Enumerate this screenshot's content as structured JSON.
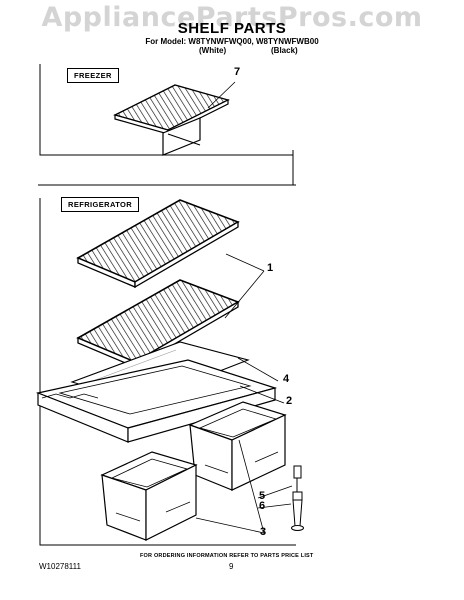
{
  "watermark": "AppliancePartsPros.com",
  "header": {
    "title": "SHELF PARTS",
    "model_line": "For Model: W8TYNWFWQ00, W8TYNWFWB00",
    "variant_white": "(White)",
    "variant_black": "(Black)"
  },
  "sections": {
    "freezer": "FREEZER",
    "refrigerator": "REFRIGERATOR"
  },
  "callouts": {
    "c7": "7",
    "c1": "1",
    "c4": "4",
    "c2": "2",
    "c5": "5",
    "c6": "6",
    "c3": "3"
  },
  "footer": {
    "ordering_note": "FOR ORDERING INFORMATION REFER TO PARTS PRICE LIST",
    "doc_number": "W10278111",
    "page_number": "9"
  }
}
